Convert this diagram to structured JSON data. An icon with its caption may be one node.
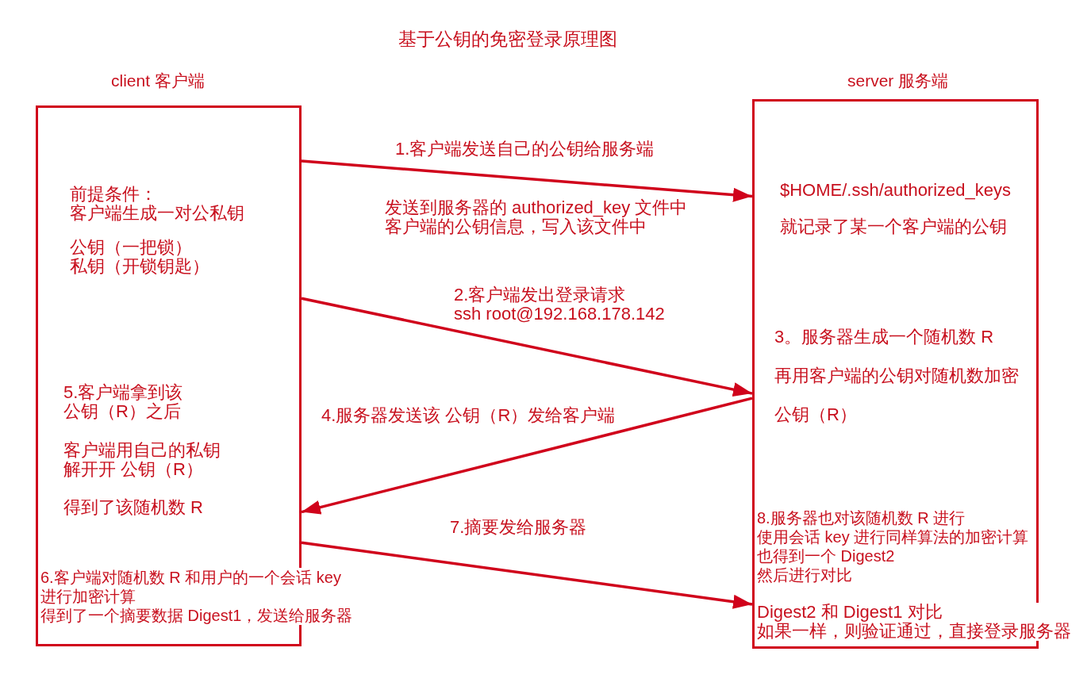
{
  "diagram": {
    "title": "基于公钥的免密登录原理图",
    "nodes": [
      {
        "text": [
          "client 客户端",
          "前提条件：客户端生成一对公私钥",
          "公钥（一把锁）私钥（开锁钥匙）",
          "5.客户端拿到该公钥（R）之后",
          "客户端用自己的私钥解开开 公钥（R）",
          "得到了该随机数 R",
          "6.客户端对随机数 R 和用户的一个会话 key进行加密计算得到了一个摘要数据 Digest1，发送给服务器"
        ]
      },
      {
        "text": [
          "server 服务端",
          "$HOME/.ssh/authorized_keys",
          "就记录了某一个客户端的公钥",
          "3。服务器生成一个随机数 R",
          "再用客户端的公钥对随机数加密",
          "公钥（R）",
          "8.服务器也对该随机数 R 进行使用会话 key 进行同样算法的加密计算也得到一个 Digest2然后进行对比",
          "Digest2 和 Digest1 对比如果一样，则验证通过，直接登录服务器"
        ]
      }
    ],
    "edges": [
      {
        "from": 0,
        "to": 1,
        "arrow": "to",
        "label": "1.客户端发送自己的公钥给服务端"
      },
      {
        "from": 0,
        "to": 1,
        "arrow": "to",
        "label": "2.客户端发出登录请求ssh root@192.168.178.142"
      },
      {
        "from": 1,
        "to": 0,
        "arrow": "to",
        "label": "4.服务器发送该 公钥（R）发给客户端"
      },
      {
        "from": 0,
        "to": 1,
        "arrow": "to",
        "label": "7.摘要发给服务器"
      }
    ],
    "labels": [
      "发送到服务器的 authorized_key 文件中客户端的公钥信息，写入该文件中"
    ]
  }
}
